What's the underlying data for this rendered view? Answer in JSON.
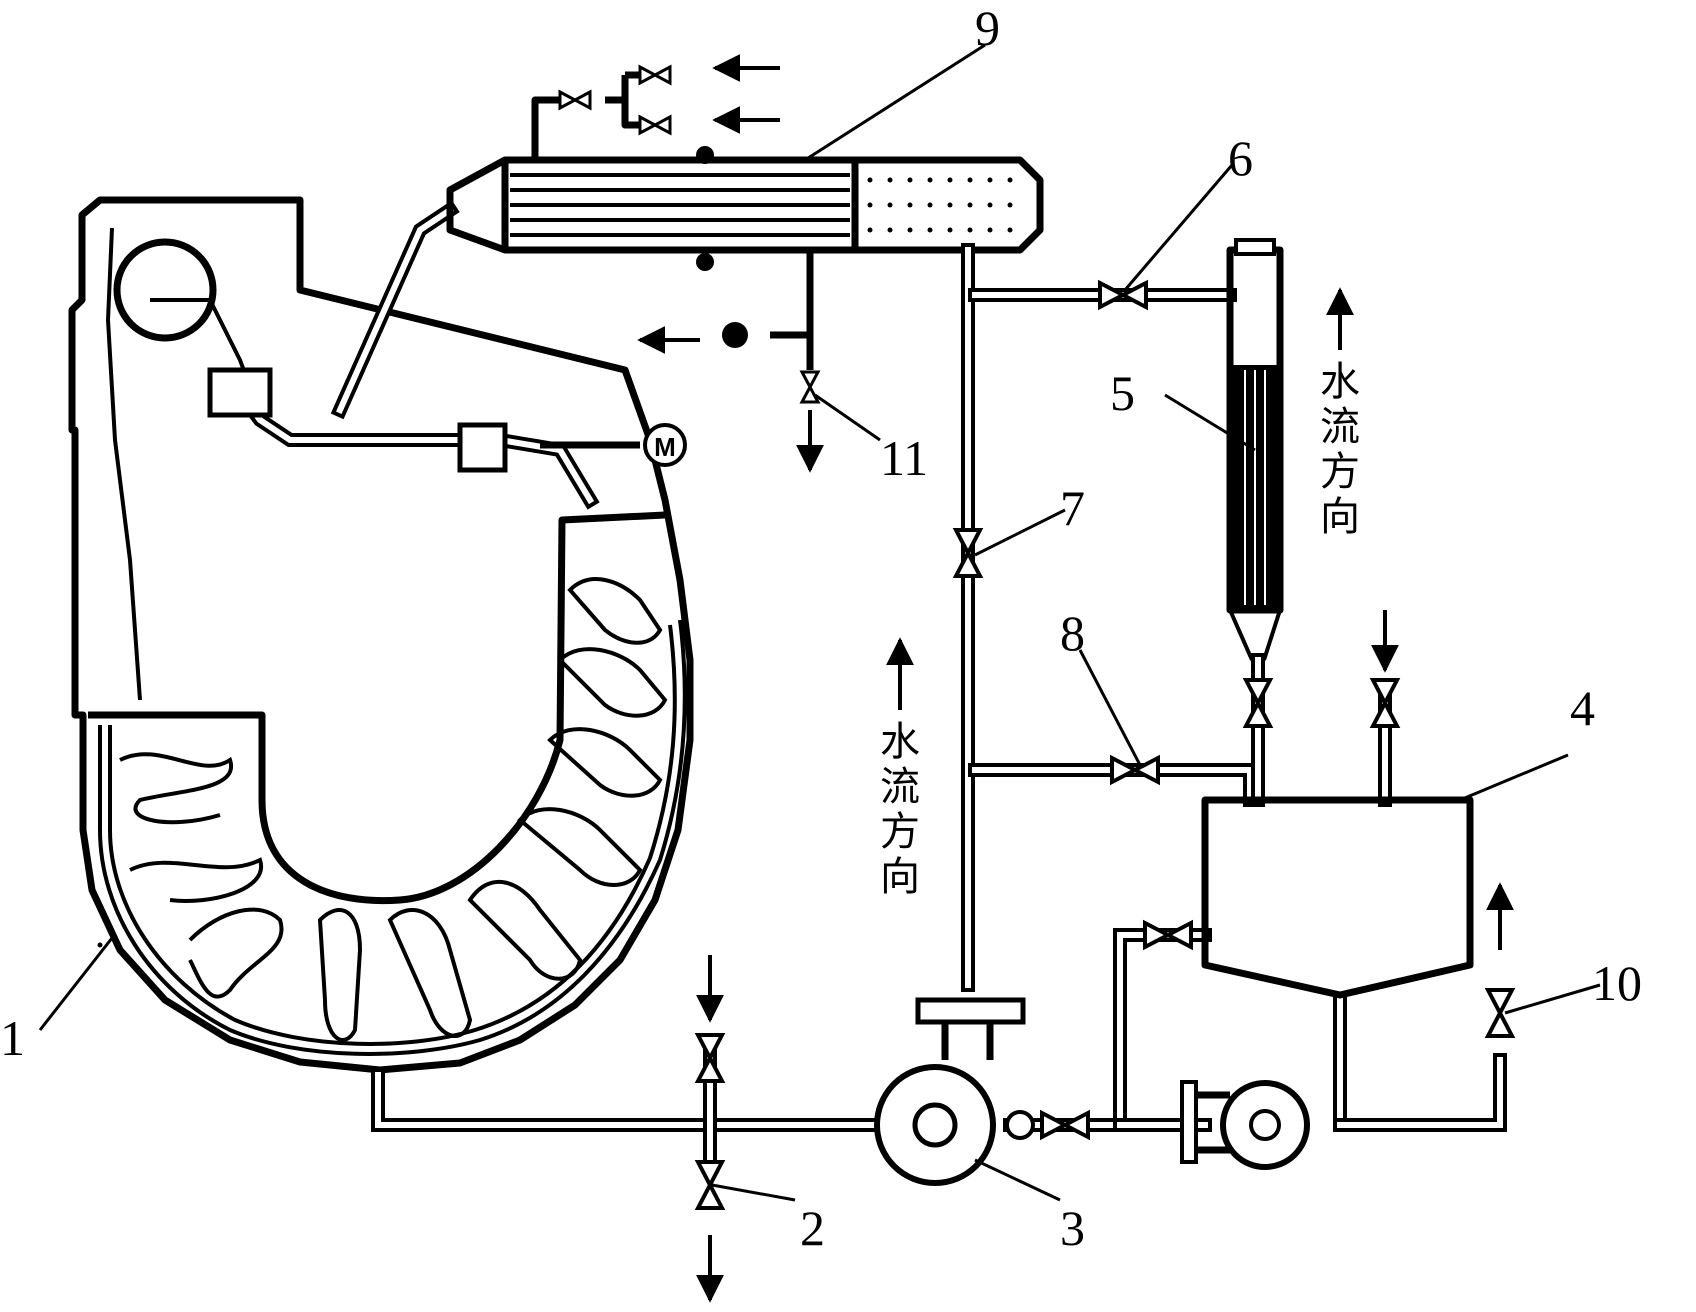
{
  "labels": {
    "n1": "1",
    "n2": "2",
    "n3": "3",
    "n4": "4",
    "n5": "5",
    "n6": "6",
    "n7": "7",
    "n8": "8",
    "n9": "9",
    "n10": "10",
    "n11": "11"
  },
  "flow_text": {
    "left_col": [
      "水",
      "流",
      "方",
      "向"
    ],
    "right_col": [
      "水",
      "流",
      "方",
      "向"
    ]
  },
  "motor_symbol": "M"
}
